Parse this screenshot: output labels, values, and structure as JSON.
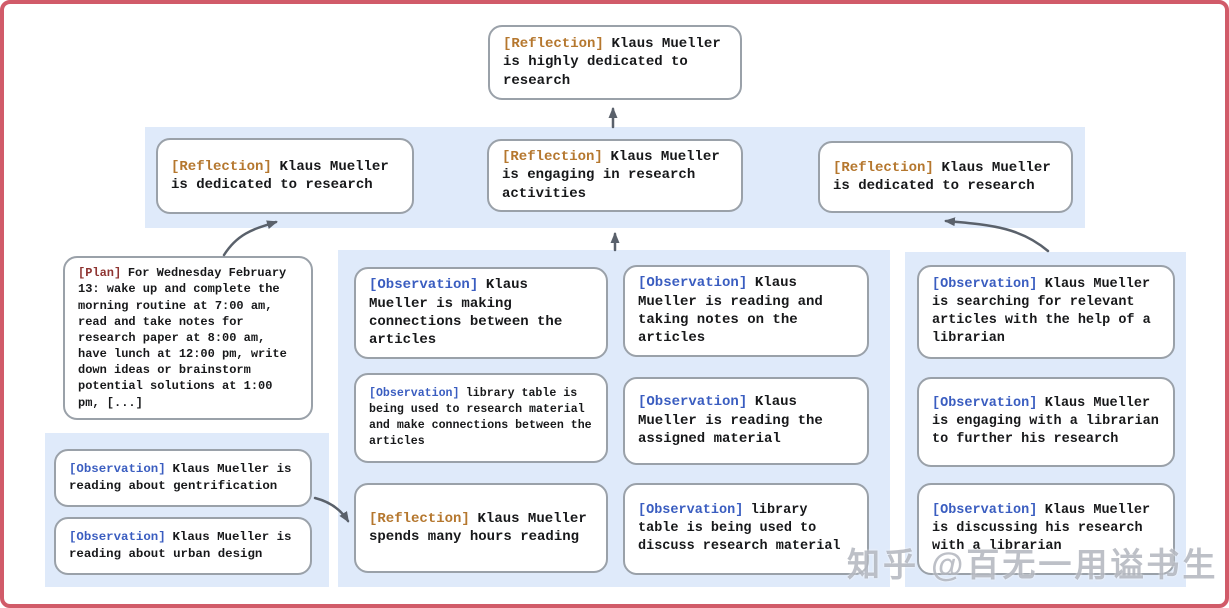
{
  "colors": {
    "frame": "#d15b69",
    "band_background": "#dfeafa",
    "box_border": "#9aa1a9",
    "body_text": "#17181a",
    "reflection_tag": "#b5772e",
    "observation_tag": "#3a5dc0",
    "plan_tag": "#8e3431",
    "arrow": "#5a616b",
    "watermark_gray": "#949aa4"
  },
  "watermark": "知乎 @百无一用谥书生",
  "tree": {
    "root": {
      "tag": "[Reflection]",
      "text": "Klaus Mueller is highly dedicated to research"
    },
    "reflections_row": [
      {
        "tag": "[Reflection]",
        "text": "Klaus Mueller is dedicated to research"
      },
      {
        "tag": "[Reflection]",
        "text": "Klaus Mueller is engaging in research activities"
      },
      {
        "tag": "[Reflection]",
        "text": "Klaus Mueller is dedicated to research"
      }
    ],
    "plan": {
      "tag": "[Plan]",
      "text": "For Wednesday February 13: wake up and complete the morning routine at 7:00 am, read and take notes for research paper at 8:00 am, have lunch at 12:00 pm, write down ideas or brainstorm potential solutions at 1:00 pm, [...]"
    },
    "left_observations": [
      {
        "tag": "[Observation]",
        "text": "Klaus Mueller is reading about gentrification"
      },
      {
        "tag": "[Observation]",
        "text": "Klaus Mueller is reading about urban design"
      }
    ],
    "middle_col1": [
      {
        "tag": "[Observation]",
        "text": "Klaus Mueller is making connections between the articles"
      },
      {
        "tag": "[Observation]",
        "text": "library table is being used to research material and make connections between the articles"
      },
      {
        "tag": "[Reflection]",
        "text": "Klaus Mueller spends many hours reading"
      }
    ],
    "middle_col2": [
      {
        "tag": "[Observation]",
        "text": "Klaus Mueller is reading and taking notes on the articles"
      },
      {
        "tag": "[Observation]",
        "text": "Klaus Mueller is reading the assigned material"
      },
      {
        "tag": "[Observation]",
        "text": "library table is being used to discuss research material"
      }
    ],
    "right_observations": [
      {
        "tag": "[Observation]",
        "text": "Klaus Mueller is searching for relevant articles with the help of a librarian"
      },
      {
        "tag": "[Observation]",
        "text": "Klaus Mueller is engaging with a librarian to further his research"
      },
      {
        "tag": "[Observation]",
        "text": "Klaus Mueller is discussing his research with a librarian"
      }
    ]
  }
}
